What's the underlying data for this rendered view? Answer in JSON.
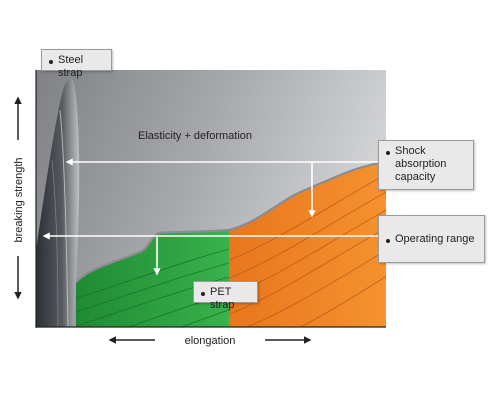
{
  "diagram": {
    "labels": {
      "steel_strap": "Steel strap",
      "elasticity": "Elasticity + deformation",
      "shock_absorption": "Shock absorption capacity",
      "operating_range": "Operating range",
      "pet_strap": "PET strap",
      "y_axis": "breaking strength",
      "x_axis": "elongation"
    },
    "colors": {
      "background": "#a3a5a8",
      "steel": "#3d4044",
      "pet_green": "#2fa043",
      "pet_orange": "#f08326",
      "arrow": "#ffffff",
      "axis": "#222222"
    }
  }
}
